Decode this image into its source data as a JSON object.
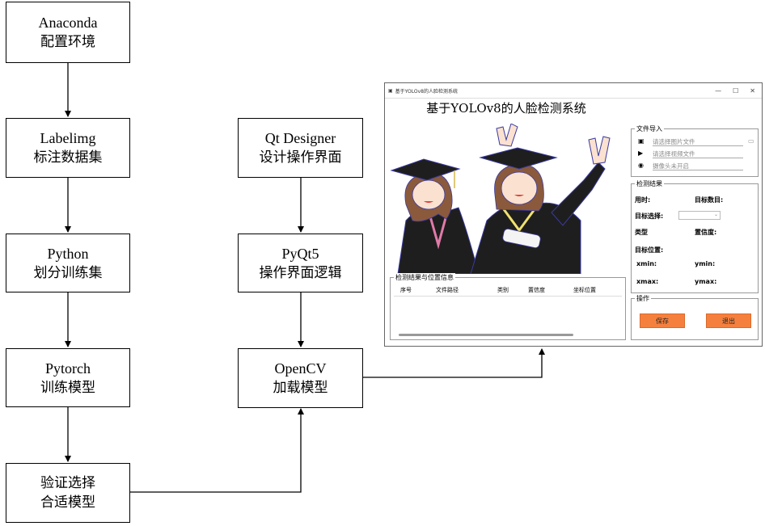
{
  "flow": {
    "anaconda": {
      "line1": "Anaconda",
      "line2": "配置环境"
    },
    "labelimg": {
      "line1": "Labelimg",
      "line2": "标注数据集"
    },
    "python": {
      "line1": "Python",
      "line2": "划分训练集"
    },
    "pytorch": {
      "line1": "Pytorch",
      "line2": "训练模型"
    },
    "verify": {
      "line1": "验证选择",
      "line2": "合适模型"
    },
    "qtdesigner": {
      "line1": "Qt Designer",
      "line2": "设计操作界面"
    },
    "pyqt5": {
      "line1": "PyQt5",
      "line2": "操作界面逻辑"
    },
    "opencv": {
      "line1": "OpenCV",
      "line2": "加载模型"
    }
  },
  "app": {
    "window_title": "基于YOLOv8的人脸检测系统",
    "controls": [
      "—",
      "☐",
      "✕"
    ],
    "heading": "基于YOLOv8的人脸检测系统",
    "file_group": {
      "title": "文件导入",
      "image_placeholder": "请选择图片文件",
      "video_placeholder": "请选择视频文件",
      "camera_placeholder": "摄像头未开启"
    },
    "result_group": {
      "title": "检测结果",
      "time_label": "用时:",
      "count_label": "目标数目:",
      "select_label": "目标选择:",
      "type_label": "类型",
      "conf_label": "置信度:",
      "pos_label": "目标位置:",
      "xmin": "xmin:",
      "ymin": "ymin:",
      "xmax": "xmax:",
      "ymax": "ymax:"
    },
    "table": {
      "title": "检测结果与位置信息",
      "columns": [
        "序号",
        "文件路径",
        "类别",
        "置信度",
        "坐标位置"
      ]
    },
    "ops_group": {
      "title": "操作",
      "save": "保存",
      "exit": "退出"
    }
  }
}
